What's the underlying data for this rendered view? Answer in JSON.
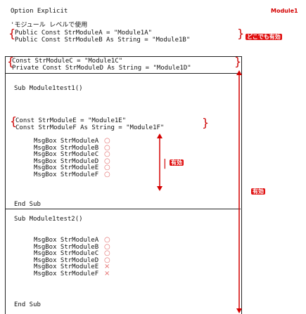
{
  "header": {
    "option_explicit": "Option Explicit",
    "module_name": "Module1"
  },
  "module_level": {
    "comment": "'モジュール レベルで使用",
    "line1": "Public Const StrModuleA = \"Module1A\"",
    "line2": "Public Const StrModuleB As String = \"Module1B\"",
    "badge": "どこでも有効"
  },
  "private_section": {
    "line1": "Const StrModuleC = \"Module1C\"",
    "line2": "Private Const StrModuleD As String = \"Module1D\""
  },
  "sub1": {
    "header": "Sub Module1test1()",
    "const1": "Const StrModuleE = \"Module1E\"",
    "const2": "Const StrModuleF As String = \"Module1F\"",
    "calls": [
      {
        "code": "MsgBox StrModuleA",
        "mark": "○"
      },
      {
        "code": "MsgBox StrModuleB",
        "mark": "○"
      },
      {
        "code": "MsgBox StrModuleC",
        "mark": "○"
      },
      {
        "code": "MsgBox StrModuleD",
        "mark": "○"
      },
      {
        "code": "MsgBox StrModuleE",
        "mark": "○"
      },
      {
        "code": "MsgBox StrModuleF",
        "mark": "○"
      }
    ],
    "badge": "有効",
    "end": "End Sub"
  },
  "sub2": {
    "header": "Sub Module1test2()",
    "calls": [
      {
        "code": "MsgBox StrModuleA",
        "mark": "○"
      },
      {
        "code": "MsgBox StrModuleB",
        "mark": "○"
      },
      {
        "code": "MsgBox StrModuleC",
        "mark": "○"
      },
      {
        "code": "MsgBox StrModuleD",
        "mark": "○"
      },
      {
        "code": "MsgBox StrModuleE",
        "mark": "×"
      },
      {
        "code": "MsgBox StrModuleF",
        "mark": "×"
      }
    ],
    "end": "End Sub"
  },
  "module_scope_badge": "有効",
  "colors": {
    "accent": "#e01010",
    "circle": "#e36a6a",
    "frame": "#222222"
  }
}
